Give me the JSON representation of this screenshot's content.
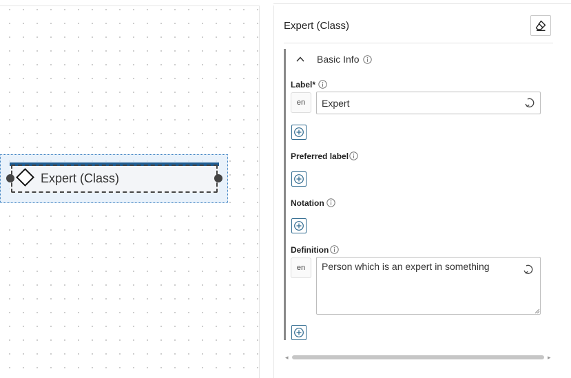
{
  "canvas": {
    "node": {
      "label": "Expert (Class)"
    }
  },
  "panel": {
    "title": "Expert (Class)",
    "clear_icon": "eraser-icon",
    "section": {
      "title": "Basic Info",
      "expanded": true
    },
    "fields": {
      "label": {
        "title": "Label*",
        "lang": "en",
        "value": "Expert"
      },
      "preferred_label": {
        "title": "Preferred label"
      },
      "notation": {
        "title": "Notation"
      },
      "definition": {
        "title": "Definition",
        "lang": "en",
        "value": "Person which is an expert in something"
      }
    }
  },
  "colors": {
    "accent": "#1f5d92",
    "add_button": "#2f6a8f",
    "selection": "#3a7fc0"
  }
}
